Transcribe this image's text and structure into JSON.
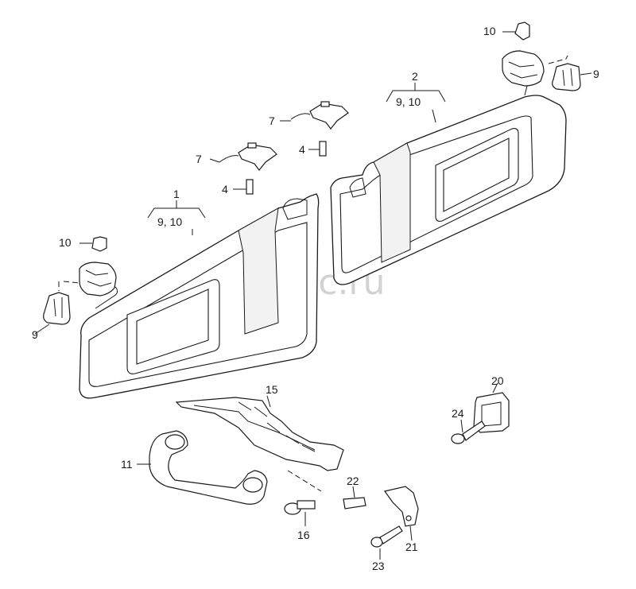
{
  "watermark": "vagtec.ru",
  "callouts": {
    "c1": "1",
    "c1_sub": "9, 10",
    "c2": "2",
    "c2_sub": "9, 10",
    "c4a": "4",
    "c4b": "4",
    "c7a": "7",
    "c7b": "7",
    "c9a": "9",
    "c9b": "9",
    "c10a": "10",
    "c10b": "10",
    "c11": "11",
    "c15": "15",
    "c16": "16",
    "c20": "20",
    "c21": "21",
    "c22": "22",
    "c23": "23",
    "c24": "24"
  }
}
